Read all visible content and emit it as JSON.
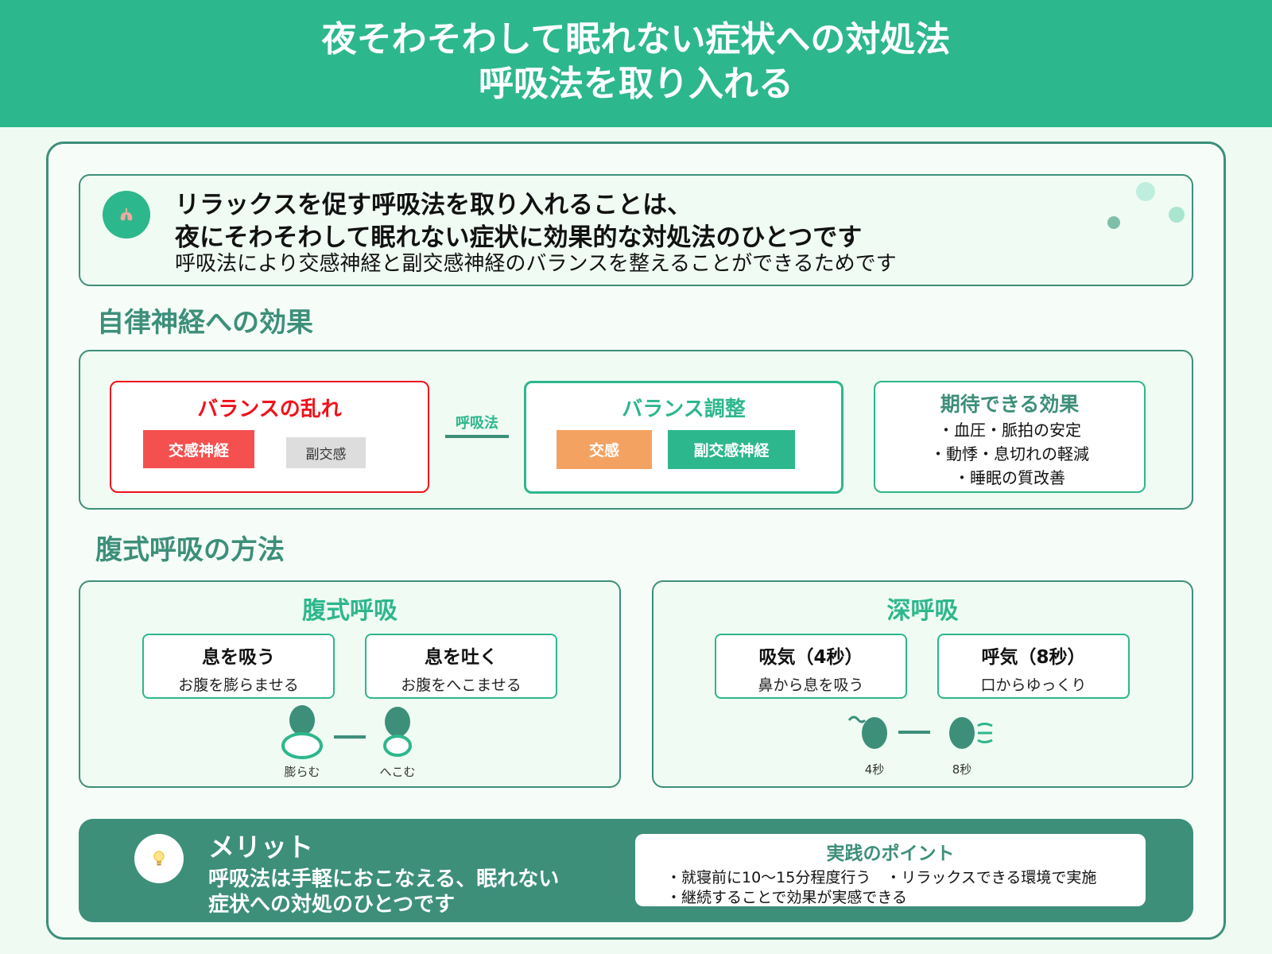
{
  "header": {
    "title_line1": "夜そわそわして眠れない症状への対処法",
    "title_line2": "呼吸法を取り入れる"
  },
  "intro": {
    "line1": "リラックスを促す呼吸法を取り入れることは、",
    "line2": "夜にそわそわして眠れない症状に効果的な対処法のひとつです",
    "line3": "呼吸法により交感神経と副交感神経のバランスを整えることができるためです",
    "icon": "lungs-icon"
  },
  "autonomic": {
    "title": "自律神経への効果",
    "imbalance": {
      "title": "バランスの乱れ",
      "sympathetic": "交感神経",
      "parasympathetic": "副交感"
    },
    "connector_label": "呼吸法",
    "adjusted": {
      "title": "バランス調整",
      "sympathetic": "交感",
      "parasympathetic": "副交感神経"
    },
    "effects": {
      "title": "期待できる効果",
      "items": [
        "・血圧・脈拍の安定",
        "・動悸・息切れの軽減",
        "・睡眠の質改善"
      ]
    }
  },
  "method": {
    "title": "腹式呼吸の方法",
    "abdominal": {
      "title": "腹式呼吸",
      "steps": [
        {
          "title": "息を吸う",
          "desc": "お腹を膨らませる"
        },
        {
          "title": "息を吐く",
          "desc": "お腹をへこませる"
        }
      ],
      "captions": [
        "膨らむ",
        "へこむ"
      ]
    },
    "deep": {
      "title": "深呼吸",
      "steps": [
        {
          "title": "吸気（4秒）",
          "desc": "鼻から息を吸う"
        },
        {
          "title": "呼気（8秒）",
          "desc": "口からゆっくり"
        }
      ],
      "captions": [
        "4秒",
        "8秒"
      ]
    }
  },
  "merit": {
    "title": "メリット",
    "line1": "呼吸法は手軽におこなえる、眠れない",
    "line2": "症状への対処のひとつです",
    "icon": "lightbulb-icon",
    "points": {
      "title": "実践のポイント",
      "line1": "・就寝前に10〜15分程度行う　・リラックスできる環境で実施",
      "line2": "・継続することで効果が実感できる"
    }
  },
  "colors": {
    "primary": "#2db78c",
    "dark": "#3d8f7a",
    "alert": "#f0111a",
    "sympathetic": "#f55050",
    "sympathetic_adjusted": "#f4a261",
    "neutral": "#dddddd"
  }
}
